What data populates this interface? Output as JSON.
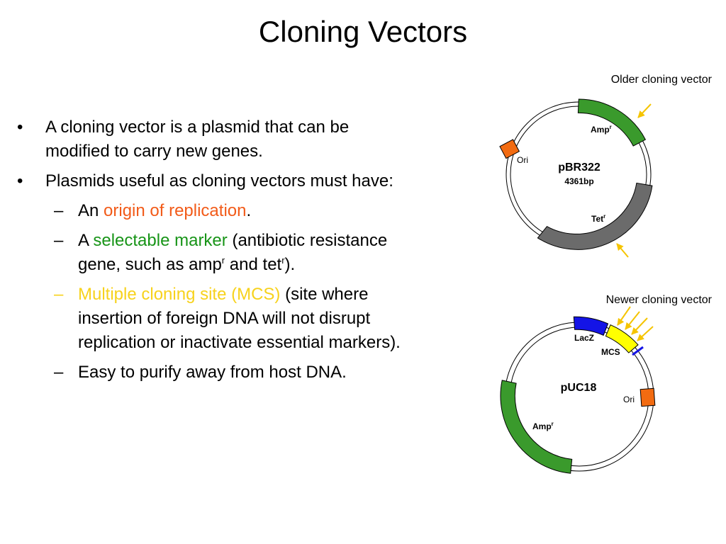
{
  "slide": {
    "title": "Cloning Vectors"
  },
  "bullets": {
    "b1": {
      "marker": "•",
      "text": "A cloning vector is a plasmid that can be modified to carry new genes."
    },
    "b2": {
      "marker": "•",
      "text": "Plasmids useful as cloning vectors must have:"
    },
    "s1": {
      "marker": "–",
      "pre": "An ",
      "highlight": "origin of replication",
      "post": "."
    },
    "s2": {
      "marker": "–",
      "pre": "A ",
      "highlight": "selectable marker",
      "post1": " (antibiotic resistance gene, such as amp",
      "sup1": "r",
      "post2": " and tet",
      "sup2": "r",
      "post3": ")."
    },
    "s3": {
      "marker": "–",
      "highlight": "Multiple cloning site (MCS)",
      "post": " (site where insertion of foreign DNA will not disrupt replication or inactivate essential markers)."
    },
    "s4": {
      "marker": "–",
      "text": "Easy to purify away from host DNA."
    }
  },
  "diagrams": {
    "pbr322": {
      "caption": "Older cloning vector",
      "name": "pBR322",
      "size": "4361bp",
      "ori": "Ori",
      "amp_base": "Amp",
      "amp_sup": "r",
      "tet_base": "Tet",
      "tet_sup": "r"
    },
    "puc18": {
      "caption": "Newer cloning vector",
      "name": "pUC18",
      "lacz": "LacZ",
      "mcs": "MCS",
      "ori": "Ori",
      "amp_base": "Amp",
      "amp_sup": "r"
    }
  },
  "colors": {
    "origin_text": "#f25b19",
    "marker_text": "#179417",
    "mcs_text": "#f7d21c",
    "amp_gene": "#3a9a2c",
    "tet_gene": "#6b6b6b",
    "ori_box": "#f26b11",
    "lacz_gene": "#1414e6",
    "mcs_region": "#ffff00",
    "arrows": "#f5c400"
  }
}
